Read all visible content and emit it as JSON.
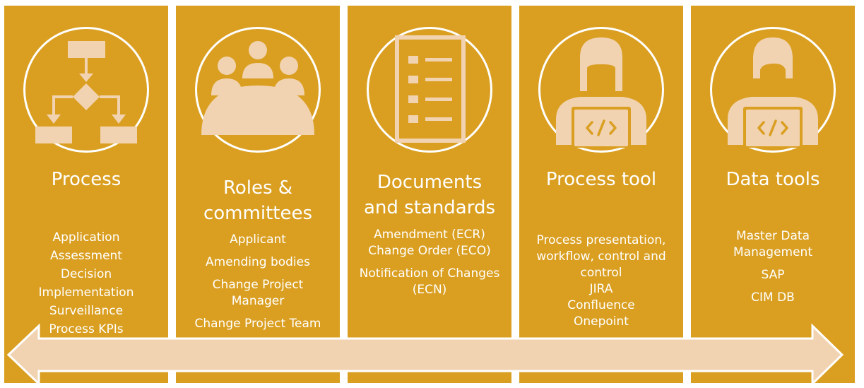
{
  "columns": [
    {
      "icon": "flowchart-icon",
      "title": "Process",
      "items": [
        "Application",
        "Assessment",
        "Decision",
        "Implementation",
        "Surveillance",
        "Process KPIs"
      ]
    },
    {
      "icon": "meeting-group-icon",
      "title": "Roles &\ncommittees",
      "items": [
        "Applicant",
        "Amending bodies",
        "Change Project\nManager",
        "Change Project Team"
      ]
    },
    {
      "icon": "checklist-document-icon",
      "title": "Documents\nand standards",
      "items": [
        "Amendment (ECR)\nChange Order (ECO)",
        "Notification of Changes\n(ECN)"
      ]
    },
    {
      "icon": "developer-long-hair-icon",
      "title": "Process tool",
      "items": [
        "Process presentation,\nworkflow, control and\ncontrol\nJIRA\nConfluence\nOnepoint"
      ]
    },
    {
      "icon": "developer-short-hair-icon",
      "title": "Data tools",
      "items": [
        "Master Data\nManagement",
        "SAP",
        "CIM DB"
      ]
    }
  ],
  "colors": {
    "panel": "#DA9F21",
    "icon_fill": "#F1D3B1",
    "arrow_fill": "#F1D3B1",
    "text": "#FFFFFF"
  }
}
